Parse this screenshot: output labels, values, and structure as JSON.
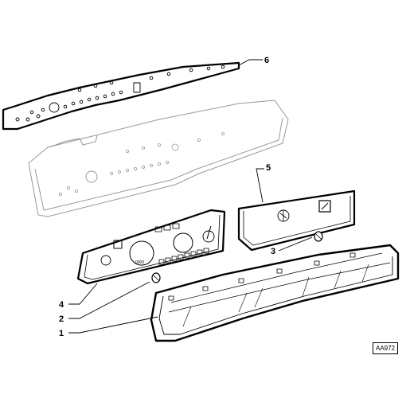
{
  "callouts": [
    "6",
    "5",
    "3",
    "4",
    "2",
    "1"
  ],
  "gauge_marking": "0000",
  "drawing_code": "AA972",
  "colors": {
    "line": "#000000",
    "ghost": "#999999",
    "background": "#ffffff"
  }
}
